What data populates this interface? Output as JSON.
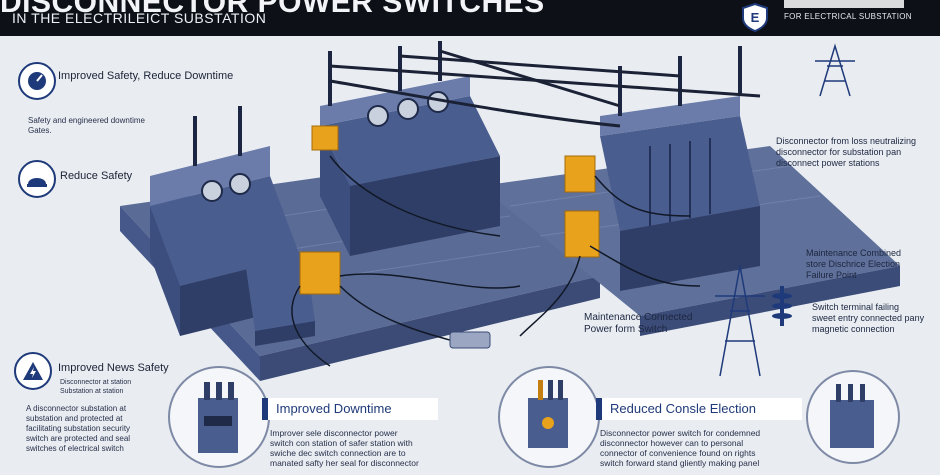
{
  "header": {
    "title": "DISCONNECTOR POWER SWITCHES",
    "subtitle": "IN THE ELECTRILEICT SUBSTATION",
    "brand_sub": "FOR ELECTRICAL SUBSTATION"
  },
  "left_panel": {
    "item1_label": "Improved Safety, Reduce Downtime",
    "item1_text_line1": "Safety and engineered downtime",
    "item1_text_line2": "Gates.",
    "item2_label": "Reduce Safety",
    "item3_label": "Improved News Safety",
    "item3_text_line1": "Disconnector at station",
    "item3_text_line2": "Substation at station",
    "item4_text_line1": "A disconnector substation at",
    "item4_text_line2": "substation and protected at",
    "item4_text_line3": "facilitating substation security",
    "item4_text_line4": "switch are protected and seal",
    "item4_text_line5": "switches of electrical switch"
  },
  "right_panel": {
    "callout1_line1": "Disconnector from loss neutralizing",
    "callout1_line2": "disconnector for substation pan",
    "callout1_line3": "disconnect power stations",
    "callout2_line1": "Maintenance Combined",
    "callout2_line2": "store Dischrice Election",
    "callout2_line3": "Failure Point",
    "callout3_line1": "Switch terminal failing",
    "callout3_line2": "sweet entry connected pany",
    "callout3_line3": "magnetic connection"
  },
  "center_callout": {
    "line1": "Maintenance Connected",
    "line2": "Power form Switch"
  },
  "bottom_banners": {
    "banner1": "Improved Downtime",
    "banner1_text_line1": "Improver sele disconnector power",
    "banner1_text_line2": "switch con station of safer station with",
    "banner1_text_line3": "swiche dec switch connection are to",
    "banner1_text_line4": "manated safty her seal for disconnector",
    "banner2": "Reduced Consle Election",
    "banner2_text_line1": "Disconnector power switch for condemned",
    "banner2_text_line2": "disconnector however can to personal",
    "banner2_text_line3": "connector of convenience found on rights",
    "banner2_text_line4": "switch forward stand gliently making panel"
  },
  "colors": {
    "navy": "#1f3a7a",
    "equipment": "#4a5d8f",
    "equipment_dark": "#2f3e66",
    "accent_orange": "#e8a21c",
    "header_bg": "#0d1117"
  },
  "icons": {
    "shield": "shield-e-icon",
    "safety": "safety-dial-icon",
    "helmet": "hard-hat-icon",
    "warning": "lightning-warning-icon",
    "tower": "transmission-tower-icon",
    "insulator": "insulator-icon"
  }
}
